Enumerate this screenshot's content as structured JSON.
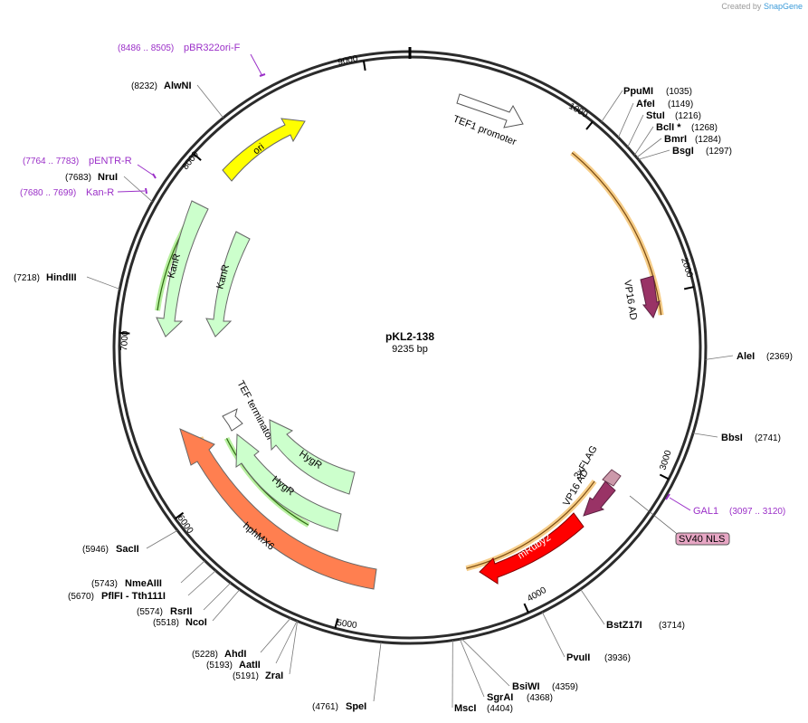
{
  "watermark": {
    "created_by": "Created by",
    "brand": "SnapGene"
  },
  "plasmid": {
    "name": "pKL2-138",
    "length_label": "9235 bp"
  },
  "ticks": [
    {
      "label": "1000"
    },
    {
      "label": "2000"
    },
    {
      "label": "3000"
    },
    {
      "label": "4000"
    },
    {
      "label": "5000"
    },
    {
      "label": "6000"
    },
    {
      "label": "7000"
    },
    {
      "label": "8000"
    },
    {
      "label": "9000"
    }
  ],
  "sites": [
    {
      "name": "PpuMI",
      "pos": "(1035)"
    },
    {
      "name": "AfeI",
      "pos": "(1149)"
    },
    {
      "name": "StuI",
      "pos": "(1216)"
    },
    {
      "name": "BclI *",
      "pos": "(1268)"
    },
    {
      "name": "BmrI",
      "pos": "(1284)"
    },
    {
      "name": "BsgI",
      "pos": "(1297)"
    },
    {
      "name": "AleI",
      "pos": "(2369)"
    },
    {
      "name": "BbsI",
      "pos": "(2741)"
    },
    {
      "name": "BstZ17I",
      "pos": "(3714)"
    },
    {
      "name": "PvuII",
      "pos": "(3936)"
    },
    {
      "name": "BsiWI",
      "pos": "(4359)"
    },
    {
      "name": "SgrAI",
      "pos": "(4368)"
    },
    {
      "name": "MscI",
      "pos": "(4404)"
    },
    {
      "name": "SpeI",
      "pos": "(4761)"
    },
    {
      "name": "ZraI",
      "pos": "(5191)"
    },
    {
      "name": "AatII",
      "pos": "(5193)"
    },
    {
      "name": "AhdI",
      "pos": "(5228)"
    },
    {
      "name": "NcoI",
      "pos": "(5518)"
    },
    {
      "name": "RsrII",
      "pos": "(5574)"
    },
    {
      "name": "PflFI  - Tth111I",
      "pos": "(5670)"
    },
    {
      "name": "NmeAIII",
      "pos": "(5743)"
    },
    {
      "name": "SacII",
      "pos": "(5946)"
    },
    {
      "name": "HindIII",
      "pos": "(7218)"
    },
    {
      "name": "NruI",
      "pos": "(7683)"
    },
    {
      "name": "AlwNI",
      "pos": "(8232)"
    }
  ],
  "primers": [
    {
      "name": "pBR322ori-F",
      "range": "(8486 .. 8505)"
    },
    {
      "name": "pENTR-R",
      "range": "(7764 .. 7783)"
    },
    {
      "name": "Kan-R",
      "range": "(7680 .. 7699)"
    },
    {
      "name": "GAL1",
      "range": "(3097 .. 3120)"
    }
  ],
  "features": {
    "tef1_promoter": "TEF1 promoter",
    "vp16_ad_1": "VP16 AD",
    "flag": "3xFLAG",
    "vp16_ad_2": "VP16 AD",
    "sv40_nls": "SV40 NLS",
    "mruby2": "mRuby2",
    "ori": "ori",
    "kanr_1": "KanR",
    "kanr_2": "KanR",
    "tef_terminator": "TEF terminator",
    "hygr_1": "HygR",
    "hygr_2": "HygR",
    "hphmx6": "hphMX6"
  },
  "colors": {
    "backbone": "#2b2b2b",
    "ori": "#ffff00",
    "kanr": "#ccffcc",
    "hygr": "#ccffcc",
    "hphmx6": "#ff7f50",
    "mruby2": "#ff0000",
    "vp16": "#993366",
    "flag": "#cc99aa",
    "sv40": "#e7a6c4",
    "promoter": "#ffffff",
    "orf": "#e6a046",
    "primer": "#9b30c8"
  }
}
